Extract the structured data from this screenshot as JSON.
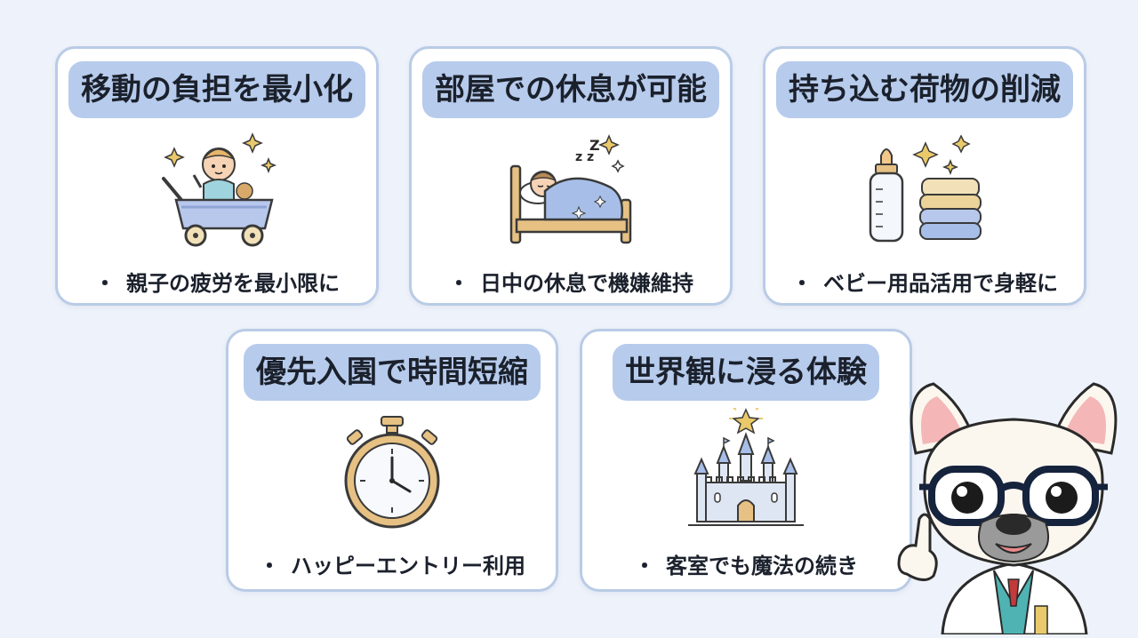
{
  "cards": [
    {
      "title": "移動の負担を最小化",
      "bullet": "親子の疲労を最小限に",
      "icon": "baby-stroller-icon"
    },
    {
      "title": "部屋での休息が可能",
      "bullet": "日中の休息で機嫌維持",
      "icon": "sleeping-child-bed-icon"
    },
    {
      "title": "持ち込む荷物の削減",
      "bullet": "ベビー用品活用で身軽に",
      "icon": "baby-bottle-towels-icon"
    },
    {
      "title": "優先入園で時間短縮",
      "bullet": "ハッピーエントリー利用",
      "icon": "stopwatch-icon"
    },
    {
      "title": "世界観に浸る体験",
      "bullet": "客室でも魔法の続き",
      "icon": "castle-icon"
    }
  ],
  "bullet_mark": "・",
  "mascot": "french-bulldog-doctor-icon",
  "colors": {
    "card_border": "#b9cbe6",
    "pill": "#b7cbec",
    "background": "#eef2fa"
  }
}
